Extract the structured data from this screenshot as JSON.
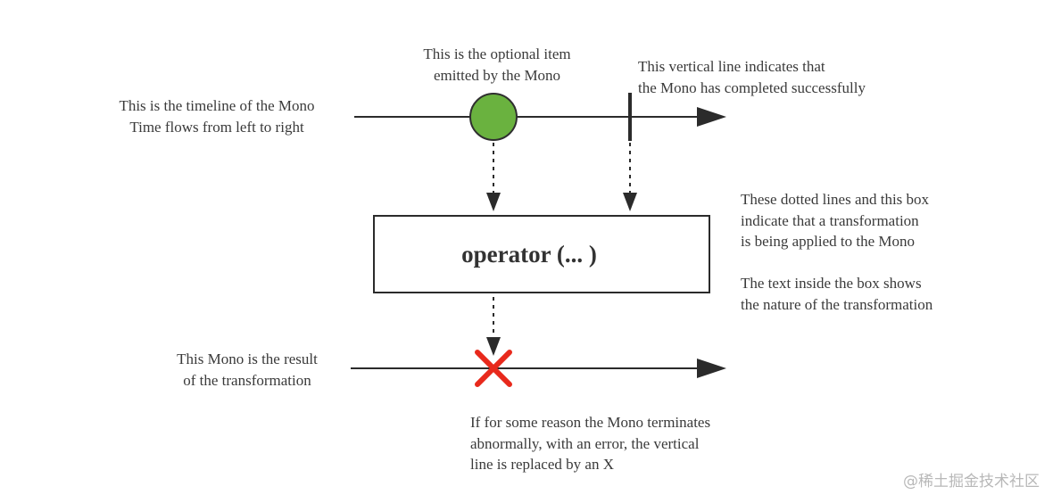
{
  "diagram": {
    "operator_label": "operator (... )",
    "labels": {
      "timeline": [
        "This is the timeline of the Mono",
        "Time flows from left to right"
      ],
      "optional_item": [
        "This is the optional item",
        "emitted by the Mono"
      ],
      "completed": [
        "This vertical line indicates that",
        "the Mono has completed successfully"
      ],
      "transformation": [
        "These dotted lines and this box",
        "indicate that a transformation",
        "is being applied to the Mono"
      ],
      "box_text": [
        "The text inside the box shows",
        "the nature of the transformation"
      ],
      "result": [
        "This Mono is the result",
        "of the transformation"
      ],
      "error": [
        "If for some reason the Mono terminates",
        "abnormally, with an error, the vertical",
        "line is replaced by an X"
      ]
    },
    "colors": {
      "item_fill": "#6ab23f",
      "item_stroke": "#2f2f2f",
      "error_x": "#e8291c",
      "line": "#2b2b2b"
    }
  },
  "watermark": "@稀土掘金技术社区"
}
